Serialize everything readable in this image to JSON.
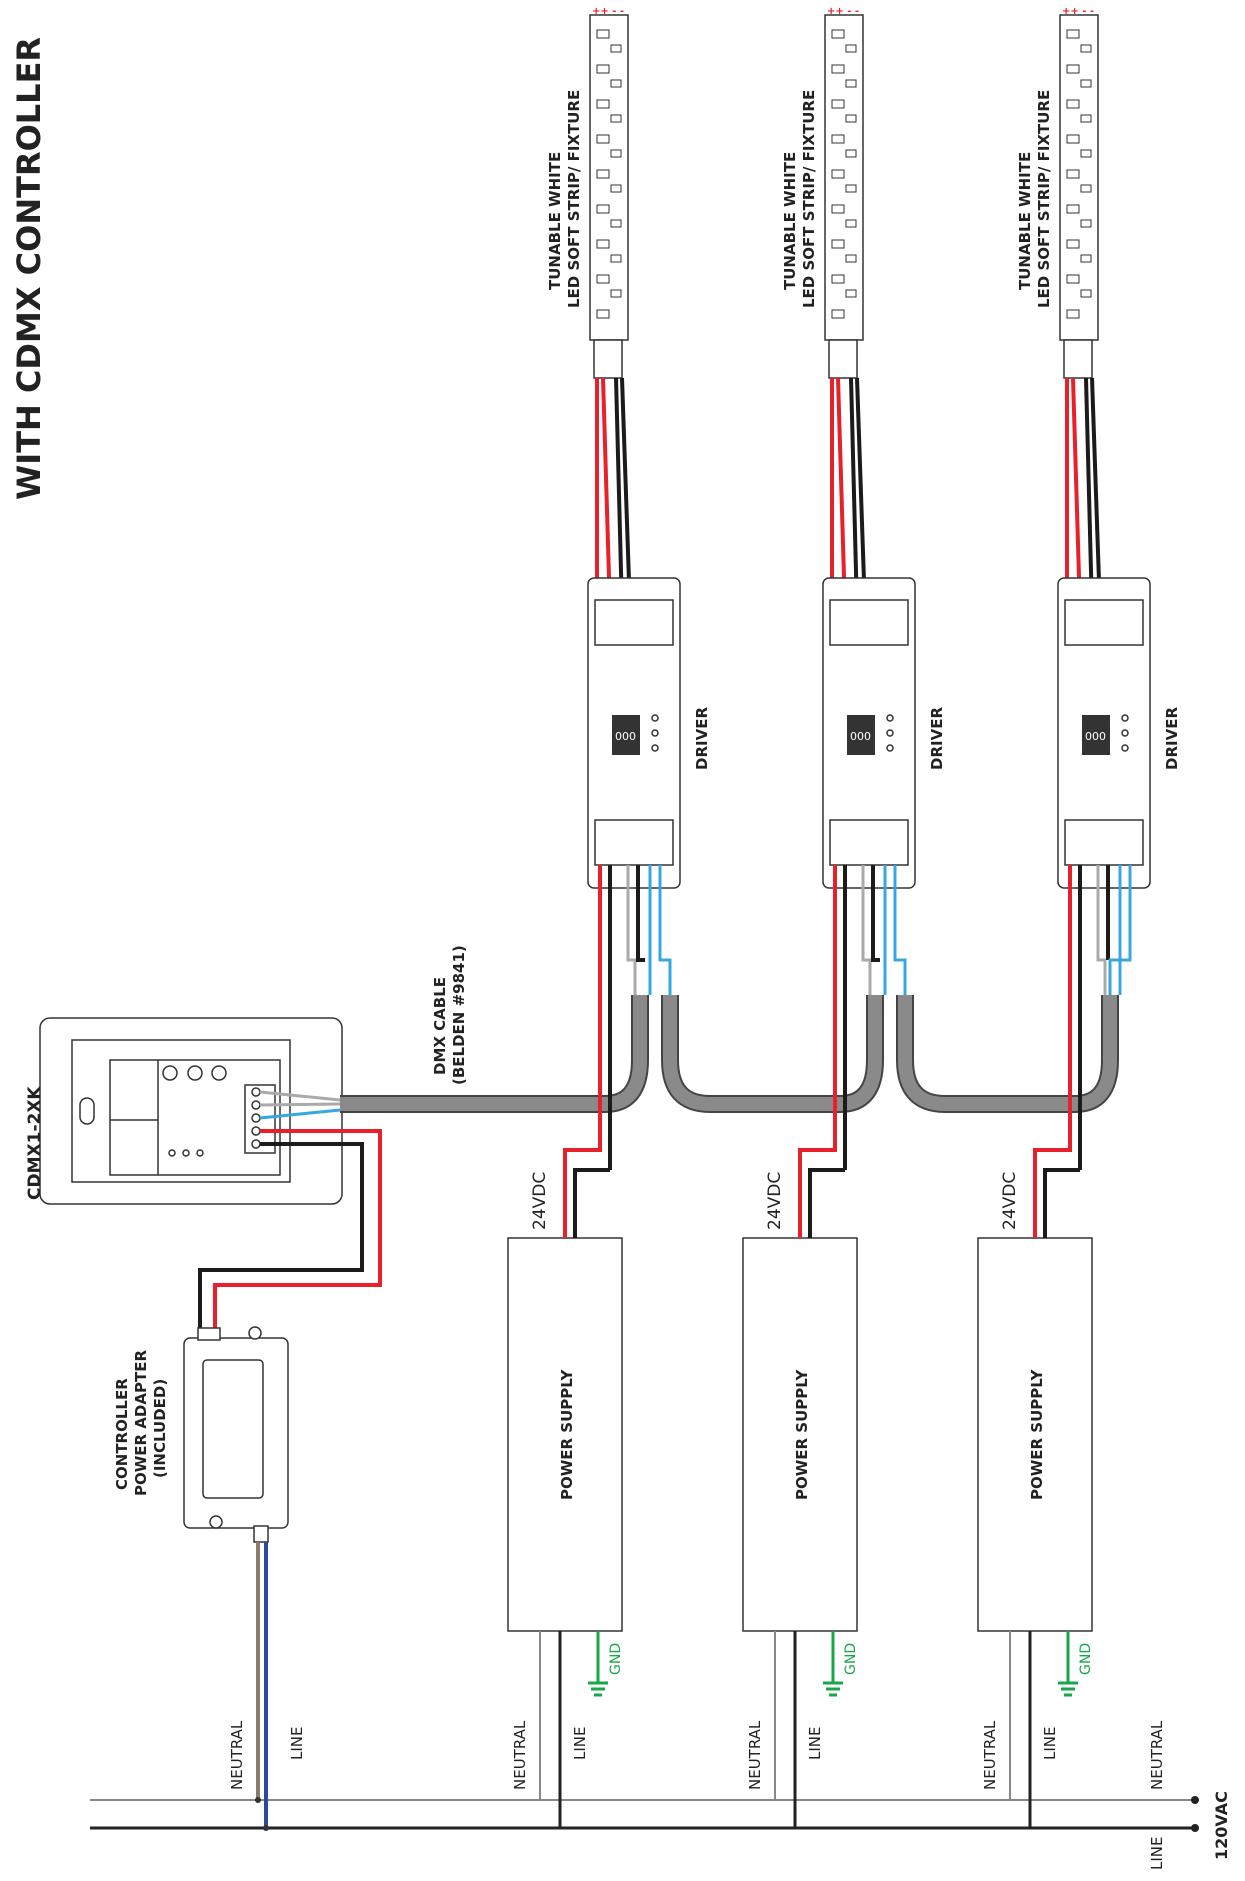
{
  "title": "WITH CDMX CONTROLLER",
  "controller": {
    "label": "CDMX1-2XK"
  },
  "adapter": {
    "line1": "CONTROLLER",
    "line2": "POWER ADAPTER",
    "line3": "(INCLUDED)"
  },
  "dmx_cable": {
    "line1": "DMX CABLE",
    "line2": "(BELDEN #9841)"
  },
  "strip": {
    "line1": "TUNABLE WHITE",
    "line2": "LED SOFT STRIP/ FIXTURE"
  },
  "driver": {
    "label": "DRIVER",
    "display": "000"
  },
  "psu": {
    "label": "POWER SUPPLY",
    "voltage": "24VDC",
    "ground": "GND"
  },
  "mains": {
    "neutral": "NEUTRAL",
    "line": "LINE",
    "supply": "120VAC"
  },
  "colors": {
    "red": "#e8202a",
    "black": "#1b1b1b",
    "gray": "#aaaaaa",
    "blue": "#35a8e0",
    "green": "#17a64a",
    "brown": "#8c7b6a",
    "navy": "#2b4a9a"
  }
}
